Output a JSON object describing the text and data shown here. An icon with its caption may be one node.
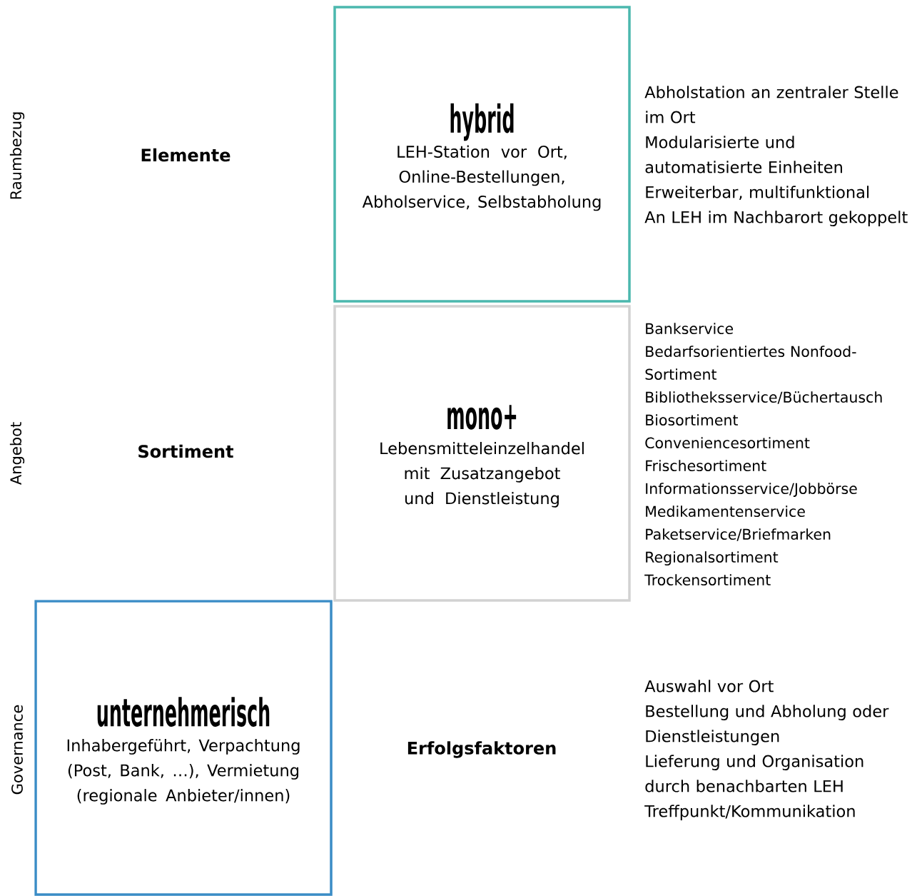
{
  "diagram": {
    "nodes": [
      {
        "text": [
          "hybrid",
          "LEH-Station vor Ort, Online-Bestellungen, Abholservice, Selbstabholung"
        ]
      },
      {
        "text": [
          "mono+",
          "Lebensmitteleinzelhandel mit Zusatzangebot und Dienstleistung"
        ]
      },
      {
        "text": [
          "unternehmerisch",
          "Inhabergeführt, Verpachtung (Post, Bank, …), Vermietung (regionale Anbieter/innen)"
        ]
      }
    ],
    "labels": [
      "Raumbezug",
      "Angebot",
      "Governance",
      "Elemente",
      "Sortiment",
      "Erfolgsfaktoren",
      "Abholstation an zentraler Stelle im Ort",
      "Modularisierte und automatisierte Einheiten",
      "Erweiterbar, multifunktional",
      "An LEH im Nachbarort gekoppelt",
      "Bankservice",
      "Bedarfsorientiertes Nonfood-Sortiment",
      "Bibliotheksservice/Büchertausch",
      "Biosortiment",
      "Conveniencesortiment",
      "Frischesortiment",
      "Informationsservice/Jobbörse",
      "Medikamentenservice",
      "Paketservice/Briefmarken",
      "Regionalsortiment",
      "Trockensortiment",
      "Auswahl vor Ort",
      "Bestellung und Abholung oder Dienstleistungen",
      "Lieferung und Organisation durch benachbarten LEH",
      "Treffpunkt/Kommunikation"
    ]
  }
}
